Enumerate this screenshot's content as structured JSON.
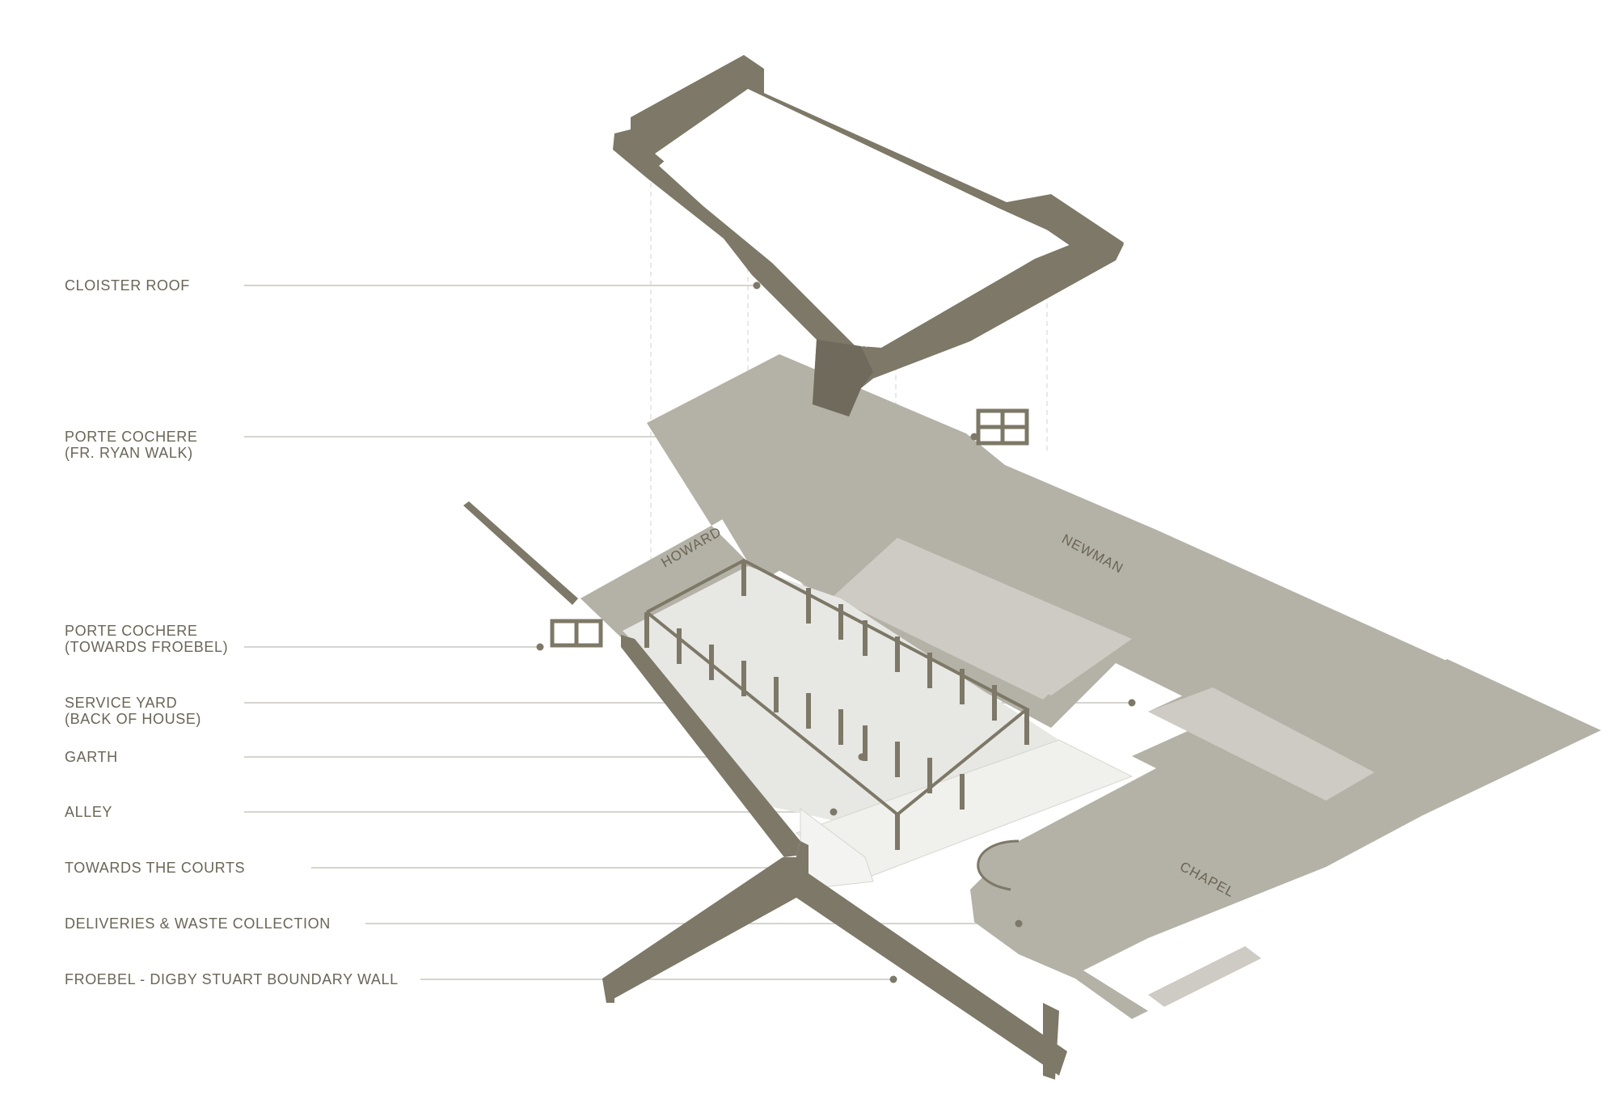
{
  "colors": {
    "dark": "#7d7867",
    "mid": "#b4b1a6",
    "light": "#cdcbc4",
    "pale": "#e7e7e3",
    "text": "#6a6557",
    "leader": "#c8c6bf"
  },
  "callouts": [
    {
      "id": "cloister-roof",
      "text": "CLOISTER ROOF"
    },
    {
      "id": "porte-cochere-ryan",
      "text": "PORTE COCHERE\n(FR. RYAN WALK)"
    },
    {
      "id": "porte-cochere-froebel",
      "text": "PORTE COCHERE\n(TOWARDS FROEBEL)"
    },
    {
      "id": "service-yard",
      "text": "SERVICE YARD\n(BACK OF HOUSE)"
    },
    {
      "id": "garth",
      "text": "GARTH"
    },
    {
      "id": "alley",
      "text": "ALLEY"
    },
    {
      "id": "towards-courts",
      "text": "TOWARDS THE COURTS"
    },
    {
      "id": "deliveries",
      "text": "DELIVERIES & WASTE COLLECTION"
    },
    {
      "id": "boundary-wall",
      "text": "FROEBEL - DIGBY STUART BOUNDARY WALL"
    }
  ],
  "room_labels": {
    "howard": "HOWARD",
    "newman": "NEWMAN",
    "chapel": "CHAPEL"
  }
}
